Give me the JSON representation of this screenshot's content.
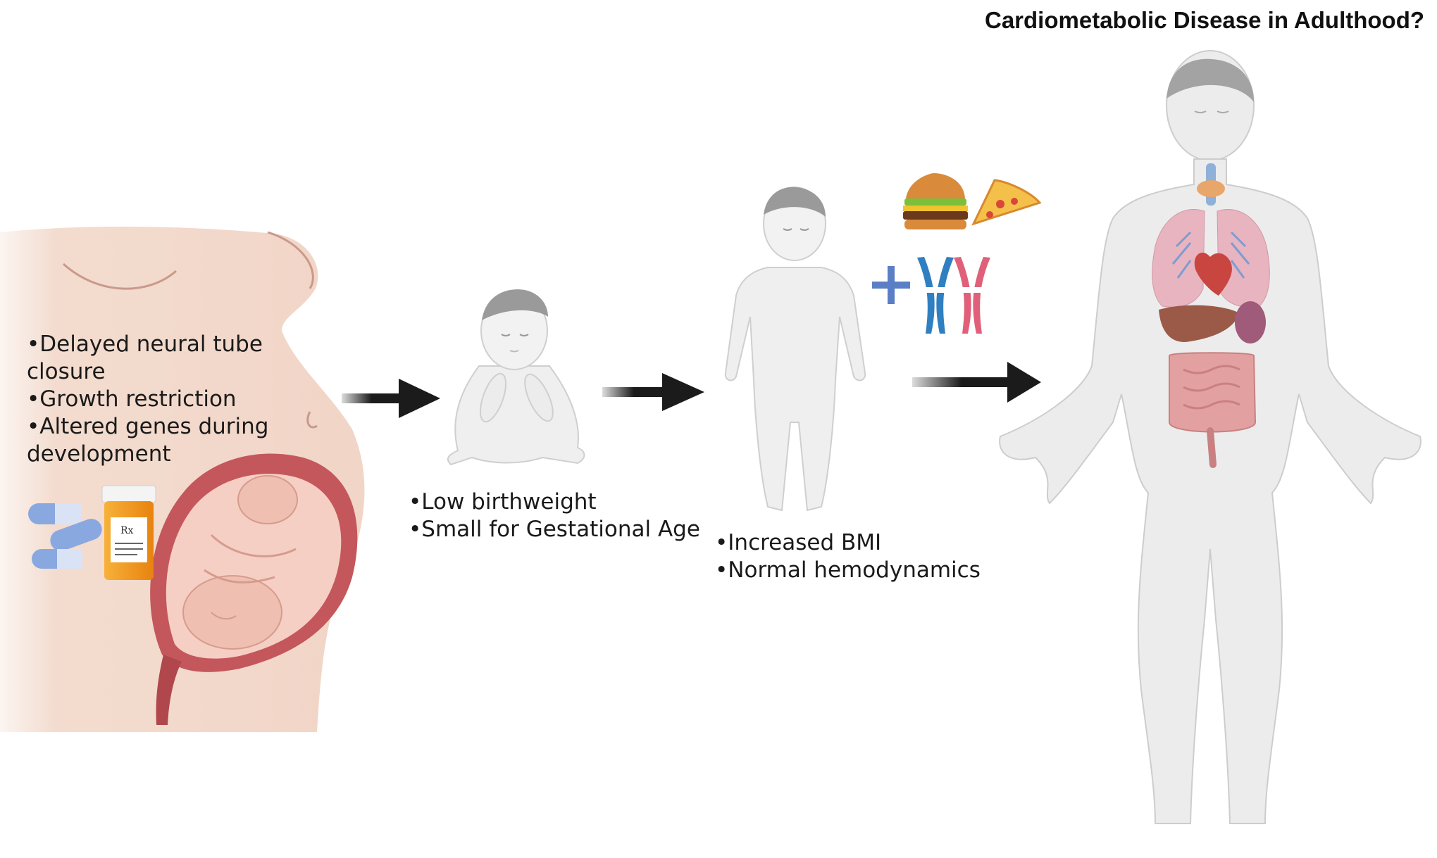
{
  "title": "Cardiometabolic Disease in Adulthood?",
  "pregnancy": {
    "notes": [
      "•Delayed neural tube",
      "closure",
      "•Growth restriction",
      "•Altered genes during",
      "development"
    ],
    "rx_label": "Rx"
  },
  "infant": {
    "notes": [
      "•Low birthweight",
      "•Small for Gestational Age"
    ]
  },
  "child": {
    "notes": [
      "•Increased BMI",
      "•Normal hemodynamics"
    ]
  },
  "risk_factors": {
    "plus_sign": "+",
    "icons": [
      "hamburger-icon",
      "pizza-slice-icon",
      "chromosome-icon"
    ]
  },
  "colors": {
    "skin": "#f3d9cc",
    "uterus": "#c4575c",
    "fetus": "#f6cfc4",
    "body_gray": "#e9e9e9",
    "outline_gray": "#bdbdbd",
    "arrow": "#1b1b1b",
    "chromosome_blue": "#2f7fc1",
    "chromosome_pink": "#e0607a",
    "pill_blue": "#8aa8e0",
    "bottle_orange": "#f39a1e"
  }
}
